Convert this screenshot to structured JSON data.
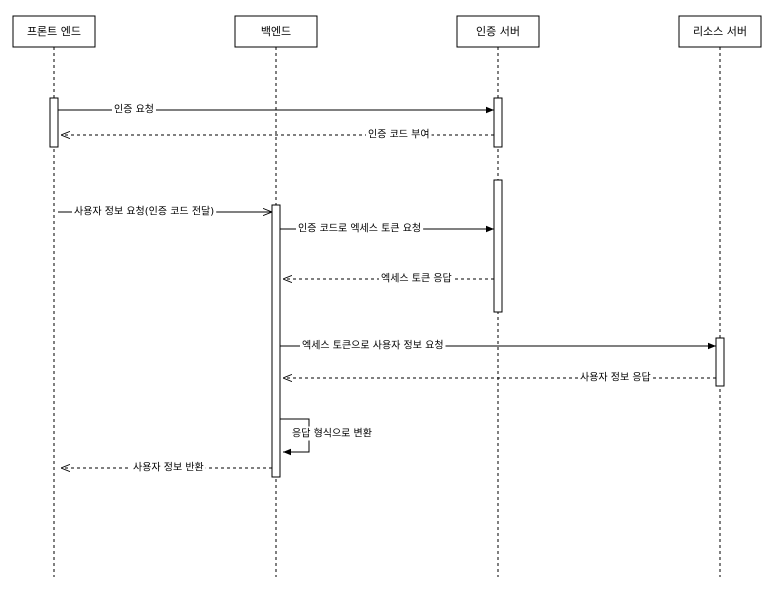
{
  "participants": [
    {
      "id": "frontend",
      "label": "프론트 엔드"
    },
    {
      "id": "backend",
      "label": "백엔드"
    },
    {
      "id": "auth",
      "label": "인증 서버"
    },
    {
      "id": "resource",
      "label": "리소스 서버"
    }
  ],
  "messages": [
    {
      "id": "m1",
      "from": "frontend",
      "to": "auth",
      "label": "인증 요청",
      "style": "solid"
    },
    {
      "id": "m2",
      "from": "auth",
      "to": "frontend",
      "label": "인증 코드 부여",
      "style": "dashed"
    },
    {
      "id": "m3",
      "from": "frontend",
      "to": "backend",
      "label": "사용자 정보 요청(인증 코드 전달)",
      "style": "solid"
    },
    {
      "id": "m4",
      "from": "backend",
      "to": "auth",
      "label": "인증 코드로 엑세스 토큰 요청",
      "style": "solid"
    },
    {
      "id": "m5",
      "from": "auth",
      "to": "backend",
      "label": "엑세스 토큰 응답",
      "style": "dashed"
    },
    {
      "id": "m6",
      "from": "backend",
      "to": "resource",
      "label": "엑세스 토큰으로 사용자 정보 요청",
      "style": "solid"
    },
    {
      "id": "m7",
      "from": "resource",
      "to": "backend",
      "label": "사용자 정보 응답",
      "style": "dashed"
    },
    {
      "id": "m8",
      "from": "backend",
      "to": "backend",
      "label": "응답 형식으로 변환",
      "style": "solid"
    },
    {
      "id": "m9",
      "from": "backend",
      "to": "frontend",
      "label": "사용자 정보 반환",
      "style": "dashed"
    }
  ]
}
